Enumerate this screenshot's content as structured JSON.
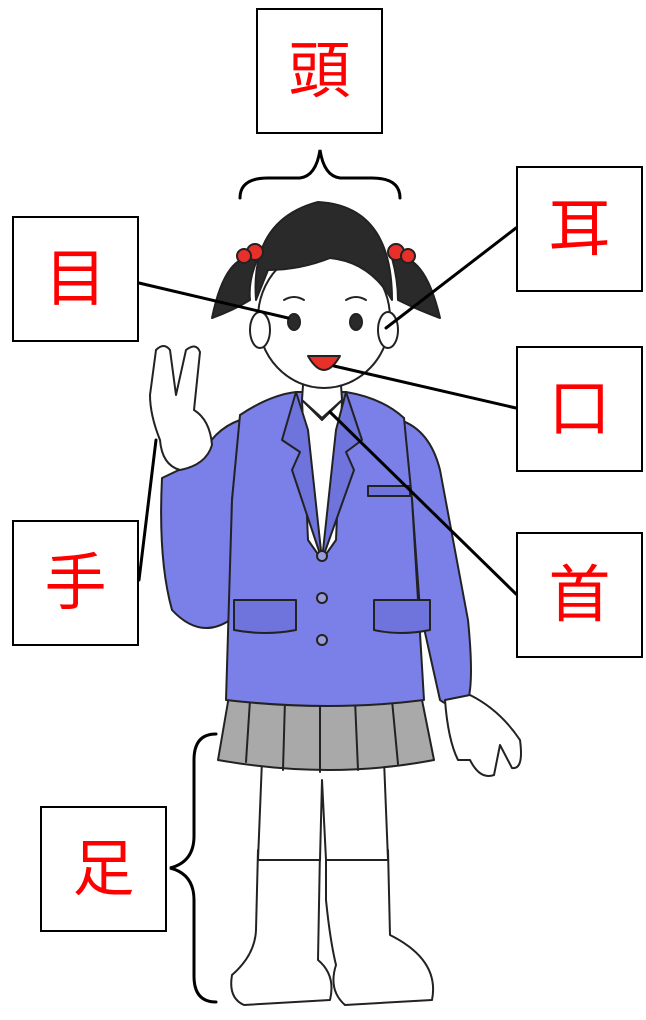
{
  "labels": {
    "head": "頭",
    "eye": "目",
    "ear": "耳",
    "mouth": "口",
    "hand": "手",
    "neck": "首",
    "foot": "足"
  },
  "colors": {
    "label_text": "#ff0000",
    "blazer": "#7b7fe8",
    "skirt": "#a9a9a9",
    "hair": "#2a2a2a",
    "hair_tie": "#e8302a",
    "skin": "#ffffff",
    "outline": "#000000"
  }
}
